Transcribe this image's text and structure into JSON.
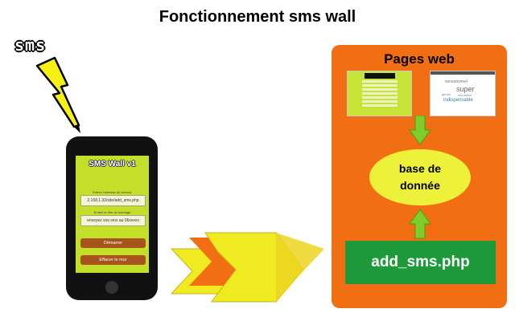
{
  "title": "Fonctionnement sms wall",
  "sms_label": "sms",
  "phone": {
    "header": "SMS Wall v1",
    "label_server": "Entrez l'adresse du serveur",
    "field_server": "2.168.1.32/site/add_sms.php",
    "label_message": "Entrez le titre du sondage",
    "field_message": "envoyez vos sms au 06xxxxx",
    "button_start": "Démarrer",
    "button_clear": "Effacer le mur"
  },
  "pages_web": {
    "title": "Pages web",
    "thumb2_words": [
      "sensationnel",
      "super",
      "génial",
      "révolution",
      "indispensable"
    ]
  },
  "database": {
    "line1": "base de",
    "line2": "donnée"
  },
  "add_sms": "add_sms.php",
  "colors": {
    "orange": "#f26e12",
    "green": "#1f9a3a",
    "yellow": "#edf13a",
    "lime": "#c4df2a",
    "arrow_green": "#7fcd2b",
    "lightning": "#f7f013"
  }
}
